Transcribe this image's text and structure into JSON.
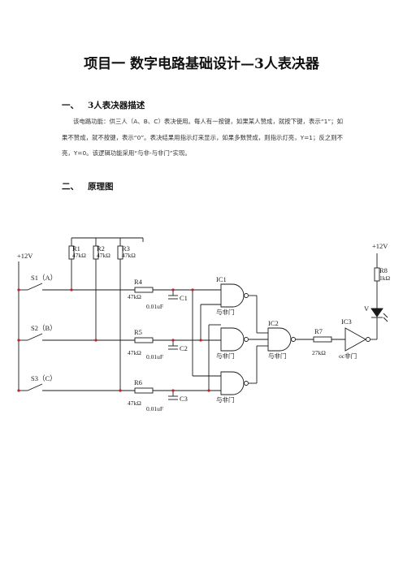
{
  "document": {
    "title": "项目一  数字电路基础设计—3人表决器",
    "sections": [
      {
        "number": "一、",
        "heading": "3人表决器描述"
      },
      {
        "number": "二、",
        "heading": "原理图"
      }
    ],
    "description": "该电路功能：供三人（A、B、C）表决使用。每人有一按键，如果某人赞成，就按下键，表示“1”；如果不赞成，就不按键，表示“0”。表决结果用指示灯来显示，如果多数赞成，则指示灯亮，Y=1；反之则不亮，Y=0。该逻辑功能采用“与非-与非门”实现。"
  },
  "schematic": {
    "supply_left": "+12V",
    "supply_right": "+12V",
    "switches": [
      "S1（A）",
      "S2（B）",
      "S3（C）"
    ],
    "pullups": [
      {
        "name": "R1",
        "value": "47kΩ"
      },
      {
        "name": "R2",
        "value": "47kΩ"
      },
      {
        "name": "R3",
        "value": "47kΩ"
      }
    ],
    "series_resistors": [
      {
        "name": "R4",
        "value": "47kΩ"
      },
      {
        "name": "R5",
        "value": "47kΩ"
      },
      {
        "name": "R6",
        "value": "47kΩ"
      }
    ],
    "capacitors": [
      {
        "name": "C1",
        "value": "0.01uF"
      },
      {
        "name": "C2",
        "value": "0.01uF"
      },
      {
        "name": "C3",
        "value": "0.01uF"
      }
    ],
    "ic1_label": "IC1",
    "ic2_label": "IC2",
    "ic3_label": "IC3",
    "gate_caption": "与非门",
    "r7": {
      "name": "R7",
      "value": "27kΩ"
    },
    "r8": {
      "name": "R8",
      "value": "1kΩ"
    },
    "inverter_caption": "oc非门",
    "led_label": "V"
  }
}
